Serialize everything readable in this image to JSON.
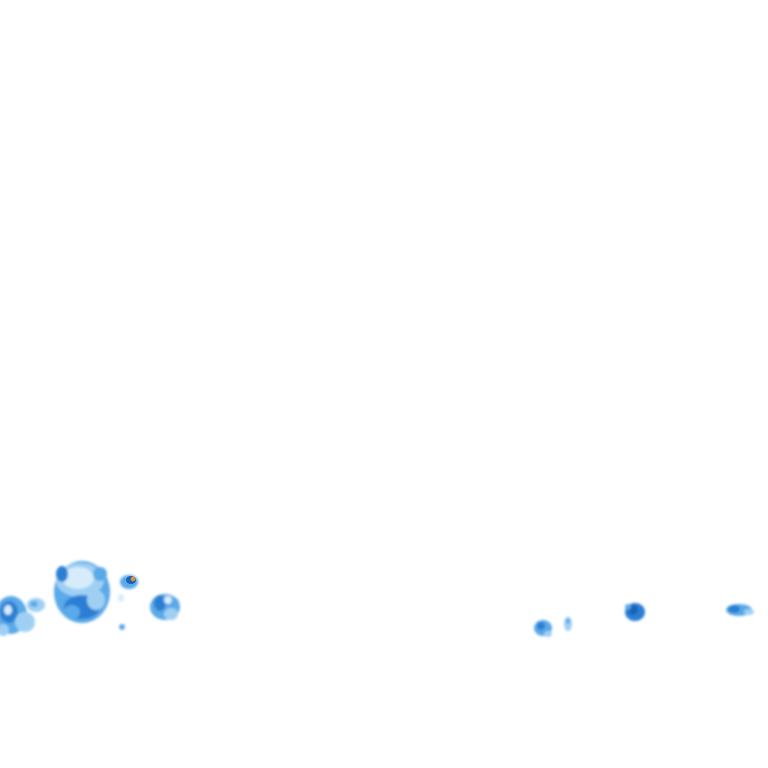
{
  "map": {
    "background_color": "#ffffff",
    "layer": "radar-precipitation-tile",
    "intensity_palette": {
      "very_light": "#d6ecfb",
      "light": "#9fd0f4",
      "moderate": "#5aa9e8",
      "heavy": "#2a7fd4",
      "very_heavy": "#1663b8",
      "core": "#f28c28"
    },
    "echoes": [
      "echo-cluster-far-left",
      "echo-cluster-left-large",
      "echo-cell-left-with-core",
      "echo-cluster-left-small",
      "echo-cell-right-1",
      "echo-cell-right-2",
      "echo-cell-right-3",
      "echo-cell-far-right"
    ]
  }
}
